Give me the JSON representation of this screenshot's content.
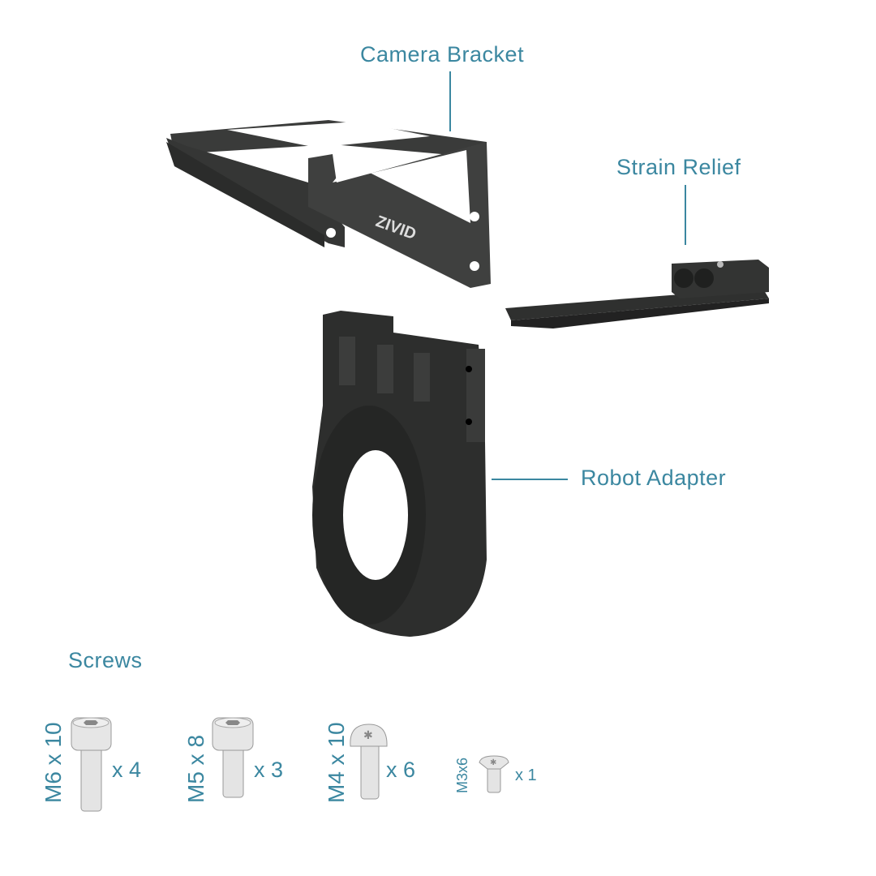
{
  "labels": {
    "camera_bracket": "Camera Bracket",
    "strain_relief": "Strain Relief",
    "robot_adapter": "Robot Adapter",
    "screws": "Screws",
    "logo": "ZIVID"
  },
  "screws": [
    {
      "size": "M6 x 10",
      "qty": "x 4",
      "drive": "hex"
    },
    {
      "size": "M5 x 8",
      "qty": "x 3",
      "drive": "hex"
    },
    {
      "size": "M4 x 10",
      "qty": "x 6",
      "drive": "torx"
    },
    {
      "size": "M3x6",
      "qty": "x 1",
      "drive": "torx"
    }
  ],
  "colors": {
    "accent": "#3b87a0",
    "part": "#2e2f2e",
    "screw": "#e4e4e4"
  }
}
